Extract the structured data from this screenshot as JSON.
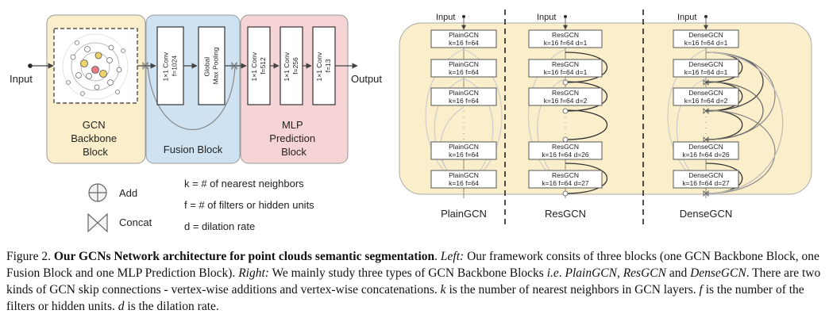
{
  "left": {
    "input_label": "Input",
    "output_label": "Output",
    "backbone": {
      "title_lines": [
        "GCN",
        "Backbone",
        "Block"
      ]
    },
    "fusion": {
      "title": "Fusion Block",
      "conv_lines": [
        "1×1 Conv",
        "f=1024"
      ],
      "pool_lines": [
        "Global",
        "Max Pooling"
      ]
    },
    "mlp": {
      "title_lines": [
        "MLP",
        "Prediction",
        "Block"
      ],
      "layers": [
        [
          "1×1 Conv",
          "f=512"
        ],
        [
          "1×1 Conv",
          "f=256"
        ],
        [
          "1×1 Conv",
          "f=13"
        ]
      ]
    },
    "colors": {
      "backbone": "#fbeecb",
      "fusion": "#cfe2f1",
      "mlp": "#f6d3d5",
      "panel": "#fbeecb"
    }
  },
  "legend": {
    "add_label": "Add",
    "concat_label": "Concat",
    "definitions": [
      "k = # of nearest neighbors",
      "f = # of filters or hidden units",
      "d = dilation rate"
    ]
  },
  "right": {
    "columns": [
      {
        "name": "PlainGCN",
        "input_label": "Input",
        "blocks": [
          [
            "PlainGCN",
            "k=16 f=64"
          ],
          [
            "PlainGCN",
            "k=16 f=64"
          ],
          [
            "PlainGCN",
            "k=16 f=64"
          ],
          [
            "PlainGCN",
            "k=16 f=64"
          ],
          [
            "PlainGCN",
            "k=16 f=64"
          ]
        ]
      },
      {
        "name": "ResGCN",
        "input_label": "Input",
        "blocks": [
          [
            "ResGCN",
            "k=16 f=64 d=1"
          ],
          [
            "ResGCN",
            "k=16 f=64 d=1"
          ],
          [
            "ResGCN",
            "k=16 f=64 d=2"
          ],
          [
            "ResGCN",
            "k=16 f=64 d=26"
          ],
          [
            "ResGCN",
            "k=16 f=64 d=27"
          ]
        ]
      },
      {
        "name": "DenseGCN",
        "input_label": "Input",
        "blocks": [
          [
            "DenseGCN",
            "k=16 f=64 d=1"
          ],
          [
            "DenseGCN",
            "k=16 f=64 d=1"
          ],
          [
            "DenseGCN",
            "k=16 f=64 d=2"
          ],
          [
            "DenseGCN",
            "k=16 f=64 d=26"
          ],
          [
            "DenseGCN",
            "k=16 f=64 d=27"
          ]
        ]
      }
    ]
  },
  "caption": {
    "figure_label": "Figure 2.",
    "bold_title": "Our GCNs Network architecture for point clouds semantic segmentation",
    "text_1": ". ",
    "left_label": "Left:",
    "text_2": " Our framework consits of three blocks (one GCN Backbone Block, one Fusion Block and one MLP Prediction Block). ",
    "right_label": "Right:",
    "text_3": " We mainly study three types of GCN Backbone Blocks ",
    "ie": "i.e",
    "text_4": ". ",
    "plain": "PlainGCN",
    "text_5": ", ",
    "res": "ResGCN",
    "text_6": " and ",
    "dense": "DenseGCN",
    "text_7": ". There are two kinds of GCN skip connections - vertex-wise additions and vertex-wise concatenations. ",
    "k": "k",
    "text_8": " is the number of nearest neighbors in GCN layers. ",
    "f": "f",
    "text_9": " is the number of the filters or hidden units. ",
    "d": "d",
    "text_10": " is the dilation rate."
  }
}
